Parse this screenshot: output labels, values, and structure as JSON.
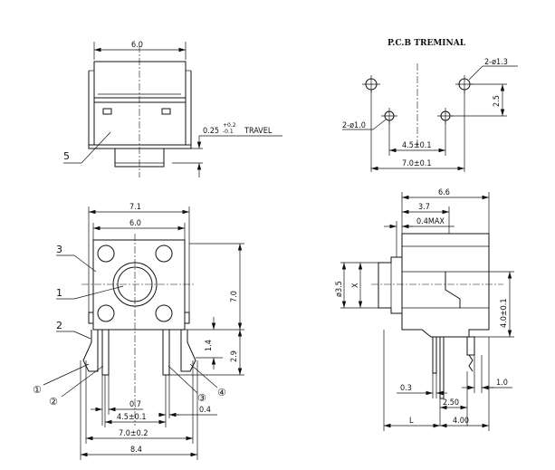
{
  "top_view": {
    "width_dim": "6.0",
    "travel_main": "0.25",
    "travel_plus": "+0.2",
    "travel_minus": "-0.1",
    "travel_label": "TRAVEL",
    "callout": "5"
  },
  "pcb": {
    "title": "P.C.B TREMINAL",
    "hole_small": "2-ø1.0",
    "hole_large": "2-ø1.3",
    "spacing_inner": "4.5±0.1",
    "spacing_outer": "7.0±0.1",
    "vertical": "2.5"
  },
  "front_view": {
    "dim_7_1": "7.1",
    "dim_6_0": "6.0",
    "dim_7_0": "7.0",
    "dim_1_4": "1.4",
    "dim_2_9": "2.9",
    "dim_0_7": "0.7",
    "dim_4_5": "4.5±0.1",
    "dim_0_4": "0.4",
    "dim_7_0b": "7.0±0.2",
    "dim_8_4": "8.4",
    "callout_1": "1",
    "callout_2": "2",
    "callout_3": "3",
    "pin_1": "①",
    "pin_2": "②",
    "pin_3": "③",
    "pin_4": "④"
  },
  "side_view": {
    "dim_6_6": "6.6",
    "dim_3_7": "3.7",
    "dim_0_4max": "0.4MAX",
    "dim_dia": "ø3.5",
    "dim_x": "X",
    "dim_4_0": "4.0±0.1",
    "dim_1_0": "1.0",
    "dim_0_3": "0.3",
    "dim_2_50": "2.50",
    "dim_L": "L",
    "dim_4_00": "4.00"
  }
}
